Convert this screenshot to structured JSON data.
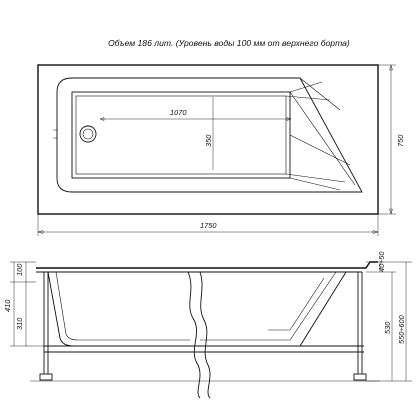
{
  "caption": "Объем 186 лит. (Уровень воды 100 мм от верхнего борта)",
  "top_view": {
    "inner_length": "1070",
    "inner_width": "350",
    "overall_length": "1750",
    "overall_width": "750"
  },
  "side_view": {
    "rim_height": "100",
    "total_height": "410",
    "inner_depth": "310",
    "rim_top_range": "40÷50",
    "leg_height": "530",
    "adjustable_height": "550÷600"
  }
}
